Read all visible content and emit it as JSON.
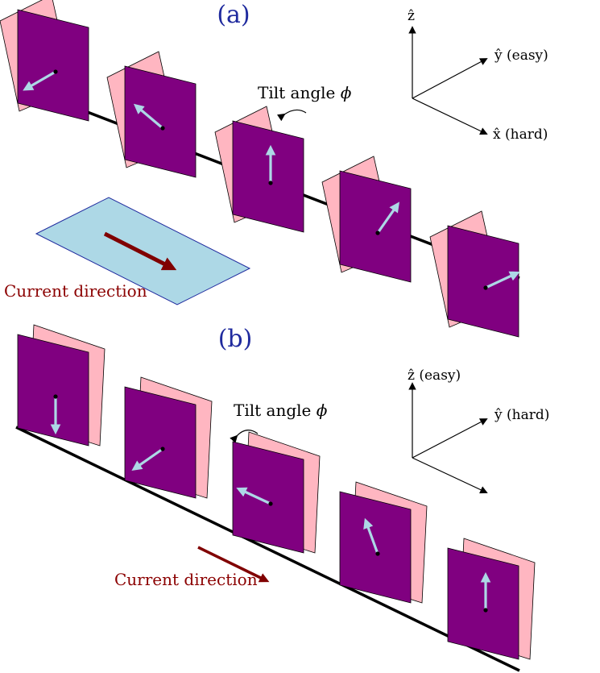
{
  "colors": {
    "panel": "#800080",
    "panel_back": "#ffb6c1",
    "arrow": "#add8e6",
    "current_arrow": "#800000",
    "current_plate": "#add8e6",
    "label_blue": "#1f2a9e",
    "current_text": "#8b0000"
  },
  "panel_a": {
    "label": "(a)",
    "tilt_label": "Tilt angle ",
    "tilt_symbol": "ϕ",
    "current_label": "Current direction",
    "axes": {
      "z_label": "ẑ",
      "y_label": "ŷ (easy)",
      "x_label": "x̂ (hard)"
    },
    "magnet_angles_deg": [
      -150,
      140,
      90,
      55,
      25
    ]
  },
  "panel_b": {
    "label": "(b)",
    "tilt_label": "Tilt angle ",
    "tilt_symbol": "ϕ",
    "current_label": "Current direction",
    "axes": {
      "z_label": "ẑ (easy)",
      "y_label": "ŷ (hard)",
      "x_label": ""
    },
    "magnet_angles_deg": [
      -90,
      -145,
      155,
      110,
      90
    ]
  }
}
